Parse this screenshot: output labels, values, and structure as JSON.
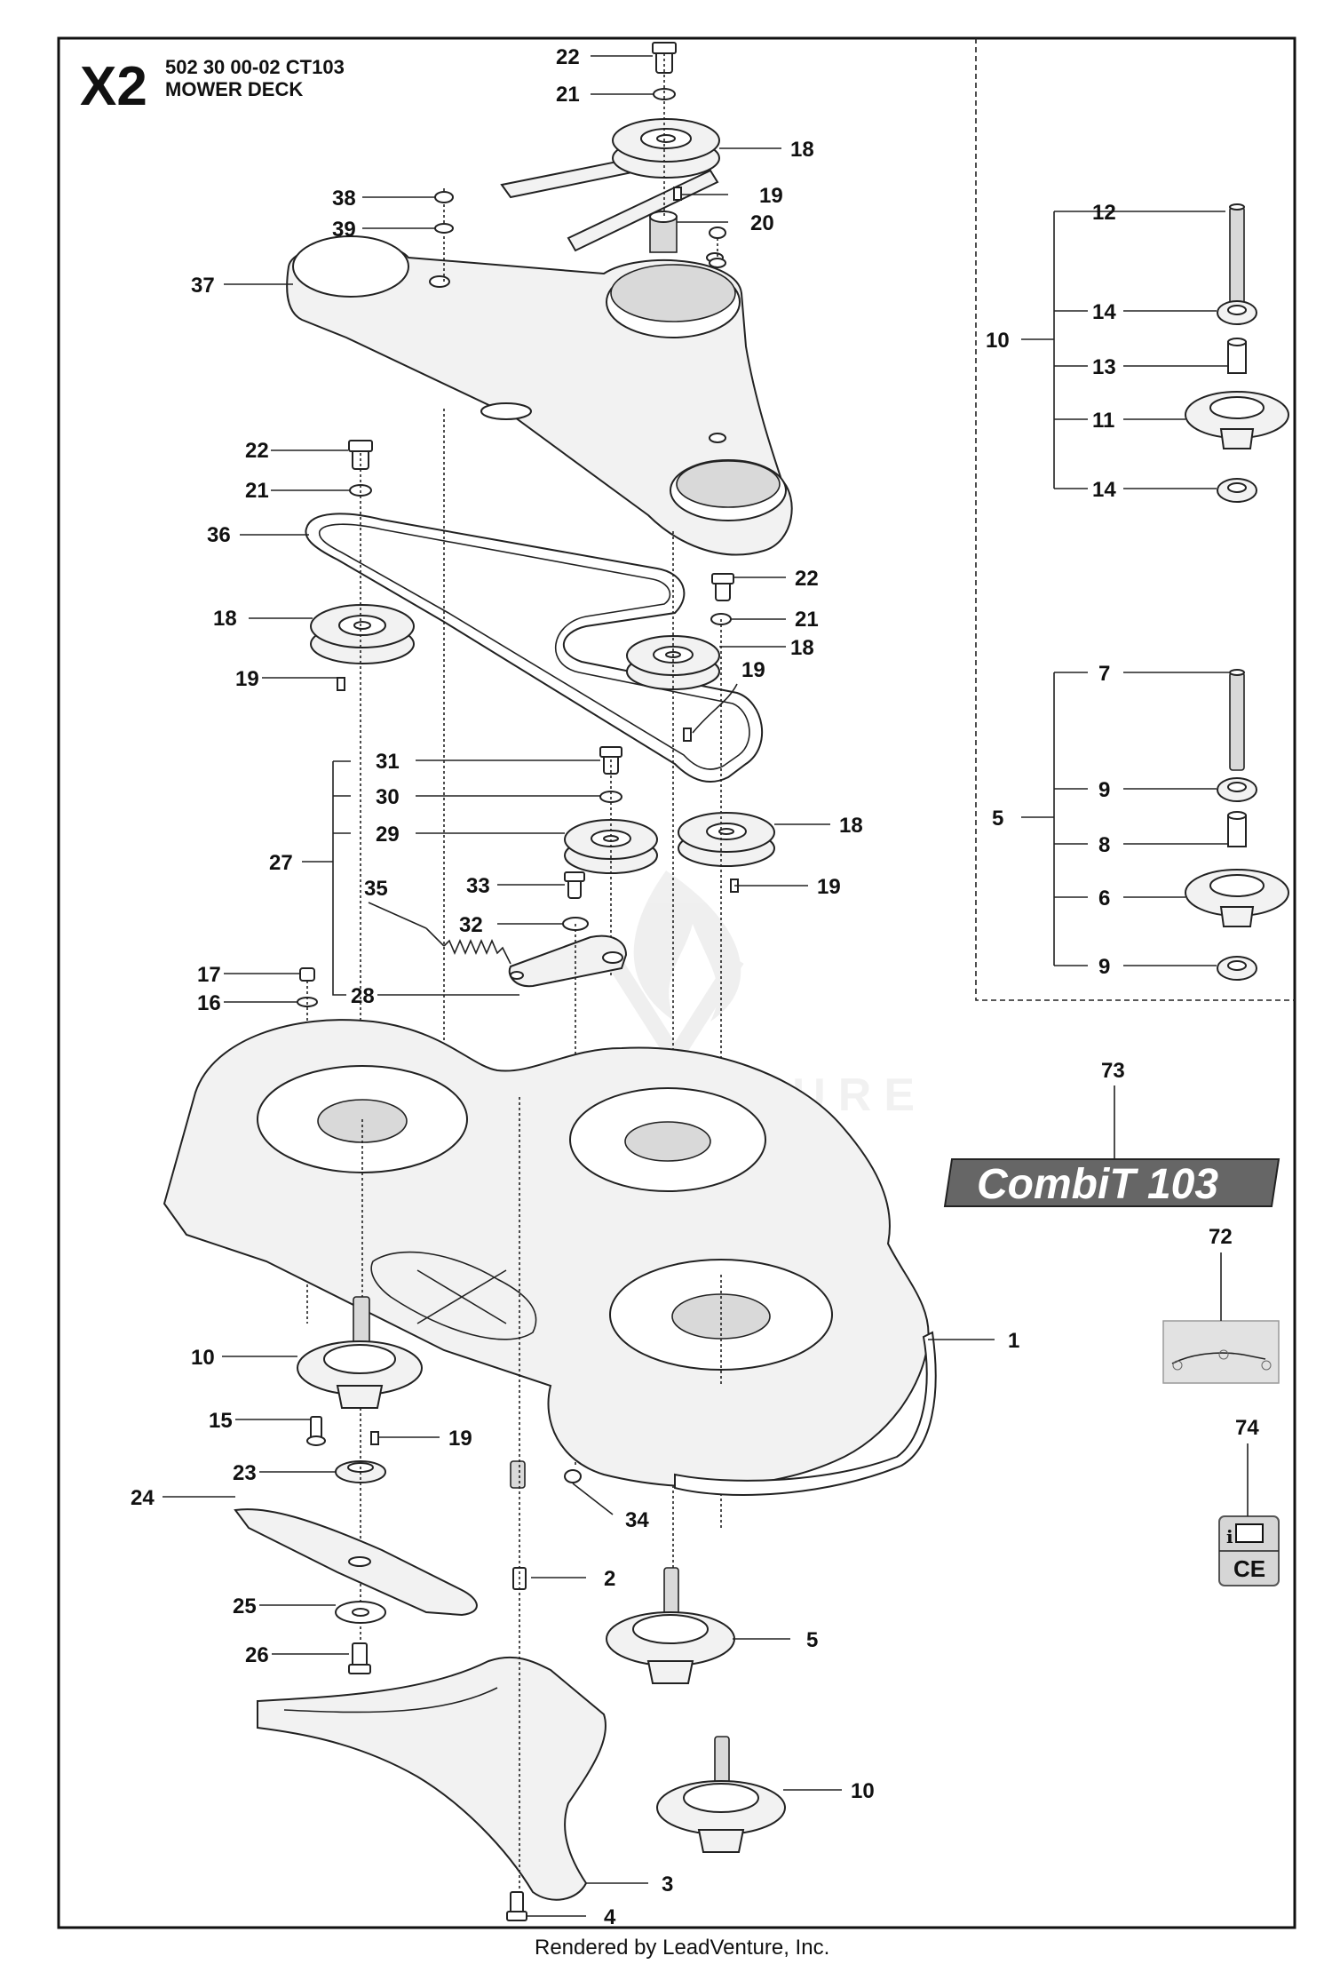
{
  "header": {
    "section_code": "X2",
    "part_number": "502 30 00-02  CT103",
    "section_title": "MOWER DECK"
  },
  "footer": {
    "rendered_by": "Rendered by LeadVenture, Inc."
  },
  "watermark": {
    "text": "LEADVENTURE"
  },
  "badge": {
    "text": "CombiT 103"
  },
  "labels": [
    {
      "id": "22a",
      "text": "22"
    },
    {
      "id": "21a",
      "text": "21"
    },
    {
      "id": "18a",
      "text": "18"
    },
    {
      "id": "19a",
      "text": "19"
    },
    {
      "id": "20",
      "text": "20"
    },
    {
      "id": "38",
      "text": "38"
    },
    {
      "id": "39",
      "text": "39"
    },
    {
      "id": "37",
      "text": "37"
    },
    {
      "id": "22b",
      "text": "22"
    },
    {
      "id": "21b",
      "text": "21"
    },
    {
      "id": "36",
      "text": "36"
    },
    {
      "id": "18b",
      "text": "18"
    },
    {
      "id": "19b",
      "text": "19"
    },
    {
      "id": "22c",
      "text": "22"
    },
    {
      "id": "21c",
      "text": "21"
    },
    {
      "id": "18c",
      "text": "18"
    },
    {
      "id": "19c",
      "text": "19"
    },
    {
      "id": "31",
      "text": "31"
    },
    {
      "id": "30",
      "text": "30"
    },
    {
      "id": "29",
      "text": "29"
    },
    {
      "id": "27",
      "text": "27"
    },
    {
      "id": "35",
      "text": "35"
    },
    {
      "id": "33",
      "text": "33"
    },
    {
      "id": "32",
      "text": "32"
    },
    {
      "id": "18d",
      "text": "18"
    },
    {
      "id": "19d",
      "text": "19"
    },
    {
      "id": "17",
      "text": "17"
    },
    {
      "id": "16",
      "text": "16"
    },
    {
      "id": "28",
      "text": "28"
    },
    {
      "id": "10a",
      "text": "10"
    },
    {
      "id": "15",
      "text": "15"
    },
    {
      "id": "19e",
      "text": "19"
    },
    {
      "id": "23",
      "text": "23"
    },
    {
      "id": "24",
      "text": "24"
    },
    {
      "id": "25",
      "text": "25"
    },
    {
      "id": "26",
      "text": "26"
    },
    {
      "id": "34",
      "text": "34"
    },
    {
      "id": "2",
      "text": "2"
    },
    {
      "id": "5a",
      "text": "5"
    },
    {
      "id": "10b",
      "text": "10"
    },
    {
      "id": "3",
      "text": "3"
    },
    {
      "id": "4",
      "text": "4"
    },
    {
      "id": "1",
      "text": "1"
    },
    {
      "id": "12",
      "text": "12"
    },
    {
      "id": "14a",
      "text": "14"
    },
    {
      "id": "10c",
      "text": "10"
    },
    {
      "id": "13",
      "text": "13"
    },
    {
      "id": "11",
      "text": "11"
    },
    {
      "id": "14b",
      "text": "14"
    },
    {
      "id": "7",
      "text": "7"
    },
    {
      "id": "9a",
      "text": "9"
    },
    {
      "id": "5b",
      "text": "5"
    },
    {
      "id": "8",
      "text": "8"
    },
    {
      "id": "6",
      "text": "6"
    },
    {
      "id": "9b",
      "text": "9"
    },
    {
      "id": "73",
      "text": "73"
    },
    {
      "id": "72",
      "text": "72"
    },
    {
      "id": "74",
      "text": "74"
    }
  ]
}
